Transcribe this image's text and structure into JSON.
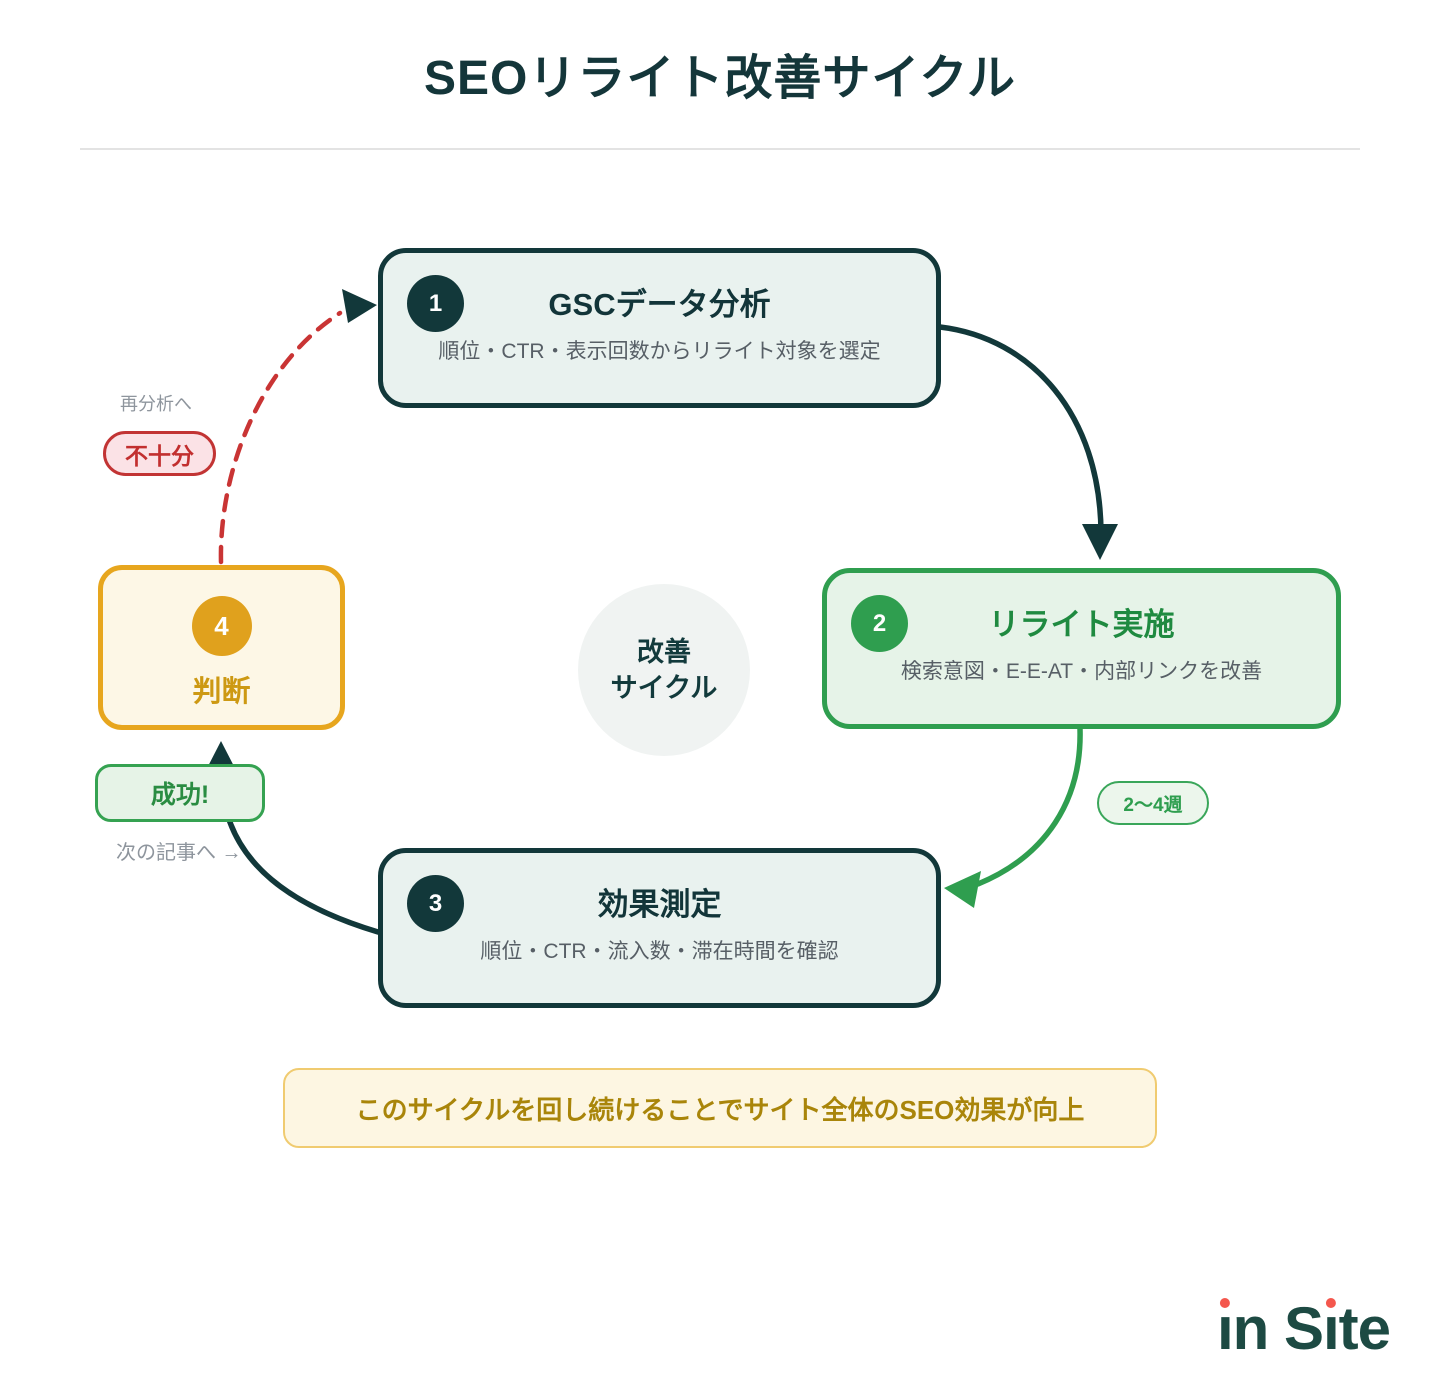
{
  "title": "SEOリライト改善サイクル",
  "center": {
    "line1": "改善",
    "line2": "サイクル"
  },
  "steps": [
    {
      "number": "1",
      "title": "GSCデータ分析",
      "subtitle": "順位・CTR・表示回数からリライト対象を選定"
    },
    {
      "number": "2",
      "title": "リライト実施",
      "subtitle": "検索意図・E-E-AT・内部リンクを改善"
    },
    {
      "number": "3",
      "title": "効果測定",
      "subtitle": "順位・CTR・流入数・滞在時間を確認"
    },
    {
      "number": "4",
      "title": "判断"
    }
  ],
  "labels": {
    "reanalyze": "再分析へ",
    "insufficient": "不十分",
    "success": "成功!",
    "next_article": "次の記事へ →",
    "duration": "2〜4週"
  },
  "note": "このサイクルを回し続けることでサイト全体のSEO効果が向上",
  "logo": {
    "text": "in Site"
  },
  "colors": {
    "dark_teal": "#12383a",
    "green": "#2f9e4f",
    "amber": "#e7a61e",
    "red": "#c93434",
    "light_teal_bg": "#e9f2ef",
    "light_green_bg": "#e6f3e8",
    "cream_bg": "#fdf7e6",
    "note_text": "#a9850a",
    "logo_dot_red": "#f4574d"
  }
}
